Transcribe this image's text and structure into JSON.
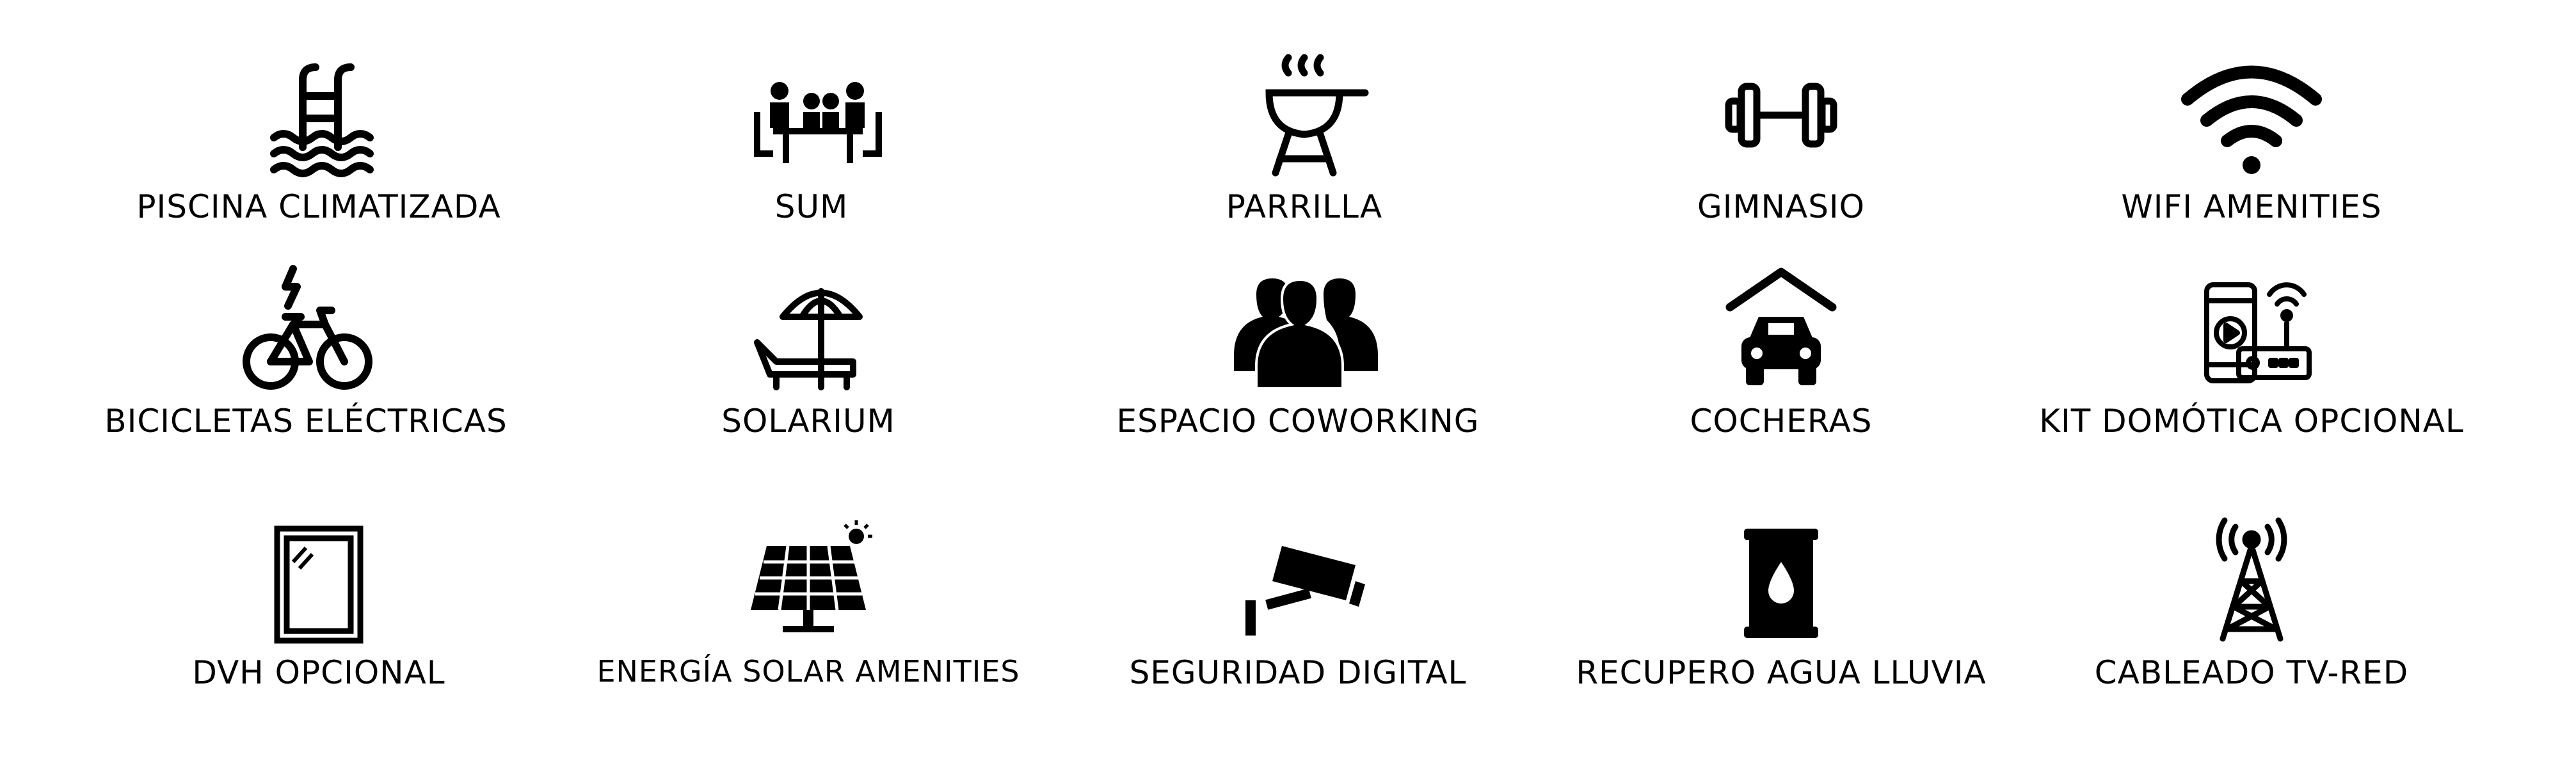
{
  "colors": {
    "icon": "#000000",
    "text": "#000000",
    "background": "#ffffff"
  },
  "amenities": [
    {
      "label": "PISCINA CLIMATIZADA",
      "icon": "pool-icon"
    },
    {
      "label": "SUM",
      "icon": "meeting-table-icon"
    },
    {
      "label": "PARRILLA",
      "icon": "grill-icon"
    },
    {
      "label": "GIMNASIO",
      "icon": "dumbbell-icon"
    },
    {
      "label": "WIFI AMENITIES",
      "icon": "wifi-icon"
    },
    {
      "label": "BICICLETAS ELÉCTRICAS",
      "icon": "electric-bike-icon"
    },
    {
      "label": "SOLARIUM",
      "icon": "beach-umbrella-icon"
    },
    {
      "label": "ESPACIO COWORKING",
      "icon": "people-group-icon"
    },
    {
      "label": "COCHERAS",
      "icon": "garage-car-icon"
    },
    {
      "label": "KIT DOMÓTICA OPCIONAL",
      "icon": "smart-home-kit-icon"
    },
    {
      "label": "DVH OPCIONAL",
      "icon": "window-icon"
    },
    {
      "label": "ENERGÍA SOLAR AMENITIES",
      "icon": "solar-panel-icon"
    },
    {
      "label": "SEGURIDAD DIGITAL",
      "icon": "security-camera-icon"
    },
    {
      "label": "RECUPERO AGUA LLUVIA",
      "icon": "water-barrel-icon"
    },
    {
      "label": "CABLEADO TV-RED",
      "icon": "antenna-tower-icon"
    }
  ]
}
